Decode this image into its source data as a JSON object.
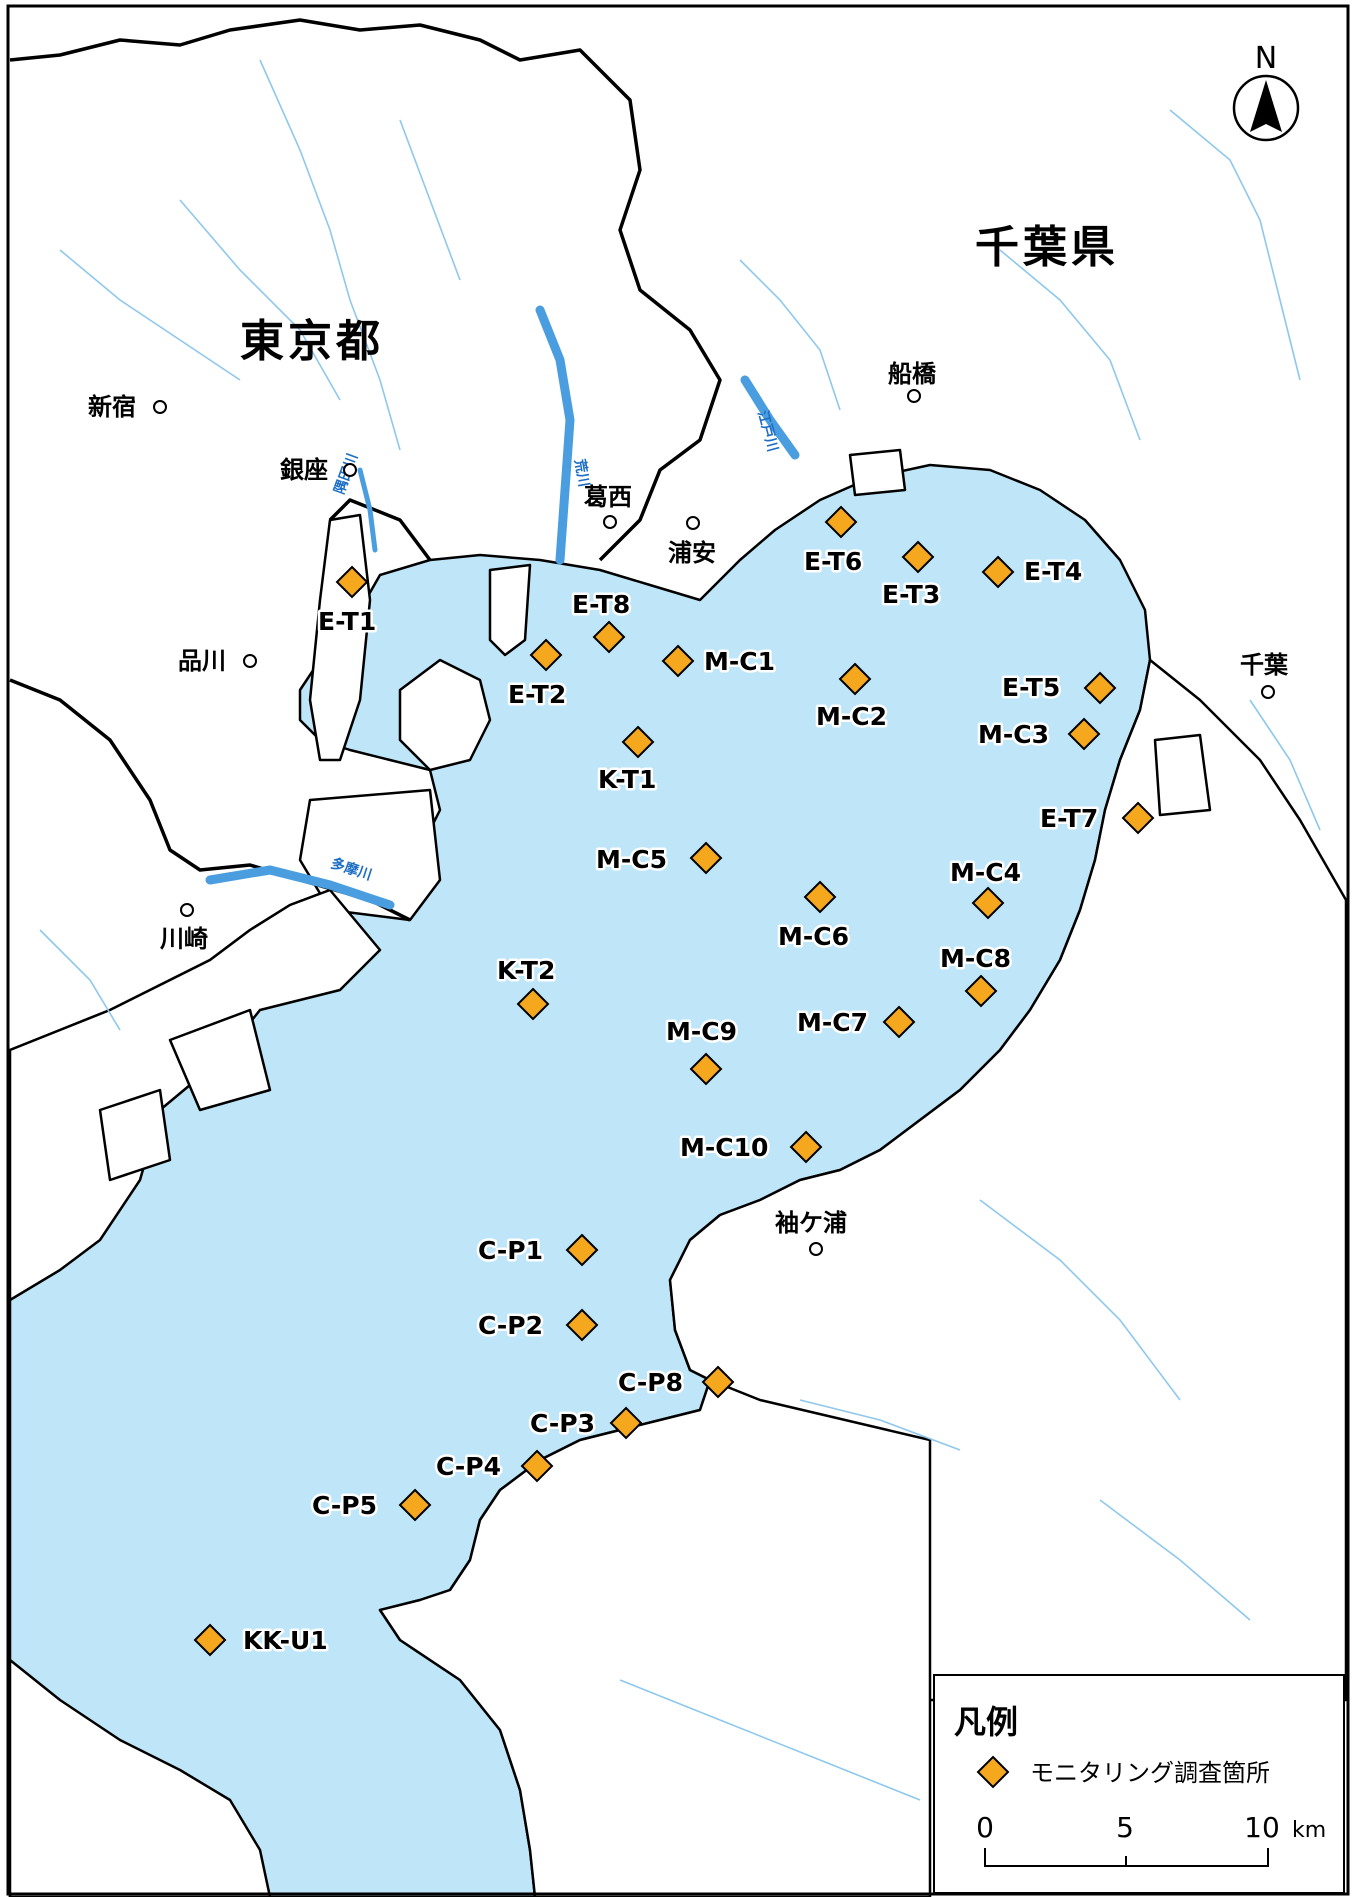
{
  "map": {
    "prefectures": [
      {
        "id": "tokyo",
        "name": "東京都"
      },
      {
        "id": "chiba",
        "name": "千葉県"
      }
    ],
    "cities": [
      {
        "id": "shinjuku",
        "name": "新宿"
      },
      {
        "id": "ginza",
        "name": "銀座"
      },
      {
        "id": "shinagawa",
        "name": "品川"
      },
      {
        "id": "kawasaki",
        "name": "川崎"
      },
      {
        "id": "kasai",
        "name": "葛西"
      },
      {
        "id": "urayasu",
        "name": "浦安"
      },
      {
        "id": "funabashi",
        "name": "船橋"
      },
      {
        "id": "chiba",
        "name": "千葉"
      },
      {
        "id": "sodegaura",
        "name": "袖ケ浦"
      }
    ],
    "rivers": [
      {
        "id": "sumida",
        "name": "隅田川"
      },
      {
        "id": "ara",
        "name": "荒川"
      },
      {
        "id": "edo",
        "name": "江戸川"
      },
      {
        "id": "tama",
        "name": "多摩川"
      }
    ],
    "sites": [
      {
        "id": "E-T1",
        "label": "E-T1"
      },
      {
        "id": "E-T2",
        "label": "E-T2"
      },
      {
        "id": "E-T3",
        "label": "E-T3"
      },
      {
        "id": "E-T4",
        "label": "E-T4"
      },
      {
        "id": "E-T5",
        "label": "E-T5"
      },
      {
        "id": "E-T6",
        "label": "E-T6"
      },
      {
        "id": "E-T7",
        "label": "E-T7"
      },
      {
        "id": "E-T8",
        "label": "E-T8"
      },
      {
        "id": "M-C1",
        "label": "M-C1"
      },
      {
        "id": "M-C2",
        "label": "M-C2"
      },
      {
        "id": "M-C3",
        "label": "M-C3"
      },
      {
        "id": "M-C4",
        "label": "M-C4"
      },
      {
        "id": "M-C5",
        "label": "M-C5"
      },
      {
        "id": "M-C6",
        "label": "M-C6"
      },
      {
        "id": "M-C7",
        "label": "M-C7"
      },
      {
        "id": "M-C8",
        "label": "M-C8"
      },
      {
        "id": "M-C9",
        "label": "M-C9"
      },
      {
        "id": "M-C10",
        "label": "M-C10"
      },
      {
        "id": "K-T1",
        "label": "K-T1"
      },
      {
        "id": "K-T2",
        "label": "K-T2"
      },
      {
        "id": "C-P1",
        "label": "C-P1"
      },
      {
        "id": "C-P2",
        "label": "C-P2"
      },
      {
        "id": "C-P3",
        "label": "C-P3"
      },
      {
        "id": "C-P4",
        "label": "C-P4"
      },
      {
        "id": "C-P5",
        "label": "C-P5"
      },
      {
        "id": "C-P8",
        "label": "C-P8"
      },
      {
        "id": "KK-U1",
        "label": "KK-U1"
      }
    ],
    "north_label": "N"
  },
  "legend": {
    "title": "凡例",
    "marker_label": "モニタリング調査箇所",
    "scale_ticks": [
      "0",
      "5",
      "10"
    ],
    "scale_unit": "km"
  },
  "colors": {
    "sea": "#bfe6f8",
    "marker": "#f5a81e",
    "river": "#4a9ee0",
    "stream": "#8ec8ec"
  }
}
